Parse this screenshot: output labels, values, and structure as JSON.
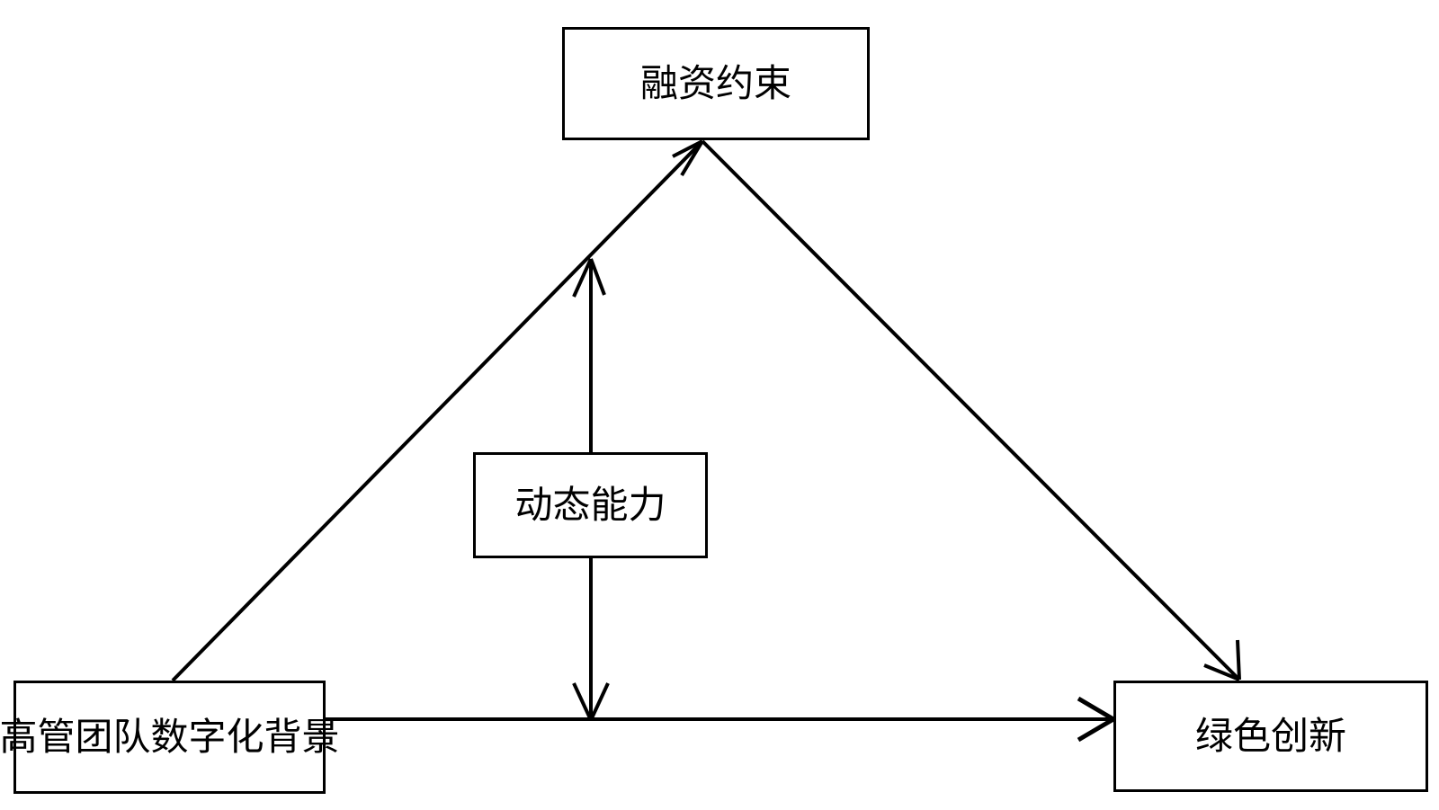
{
  "diagram": {
    "title": "",
    "type": "conceptual-framework",
    "background_color": "#ffffff",
    "line_color": "#000000",
    "text_color": "#000000",
    "nodes": [
      {
        "id": "financing-constraints",
        "label": "融资约束",
        "position": "top-center"
      },
      {
        "id": "dynamic-capability",
        "label": "动态能力",
        "position": "center"
      },
      {
        "id": "tmt-digital-background",
        "label": "高管团队数字化背景",
        "position": "bottom-left"
      },
      {
        "id": "green-innovation",
        "label": "绿色创新",
        "position": "bottom-right"
      }
    ],
    "edges": [
      {
        "id": "tmt-to-financing-constraints",
        "from": "tmt-digital-background",
        "to": "financing-constraints",
        "label": "",
        "style": "solid",
        "arrow": "single",
        "kind": "diagonal-up-right"
      },
      {
        "id": "financing-constraints-to-green-innovation",
        "from": "financing-constraints",
        "to": "green-innovation",
        "label": "",
        "style": "solid",
        "arrow": "single",
        "kind": "diagonal-down-right"
      },
      {
        "id": "tmt-to-green-innovation",
        "from": "tmt-digital-background",
        "to": "green-innovation",
        "label": "",
        "style": "solid",
        "arrow": "single",
        "kind": "horizontal"
      },
      {
        "id": "dynamic-capability-moderates-tmt-to-financing",
        "from": "dynamic-capability",
        "to": "tmt-to-financing-constraints",
        "label": "",
        "style": "solid",
        "arrow": "single",
        "kind": "moderator-up"
      },
      {
        "id": "dynamic-capability-moderates-tmt-to-green",
        "from": "dynamic-capability",
        "to": "tmt-to-green-innovation",
        "label": "",
        "style": "solid",
        "arrow": "single",
        "kind": "moderator-down"
      }
    ]
  }
}
